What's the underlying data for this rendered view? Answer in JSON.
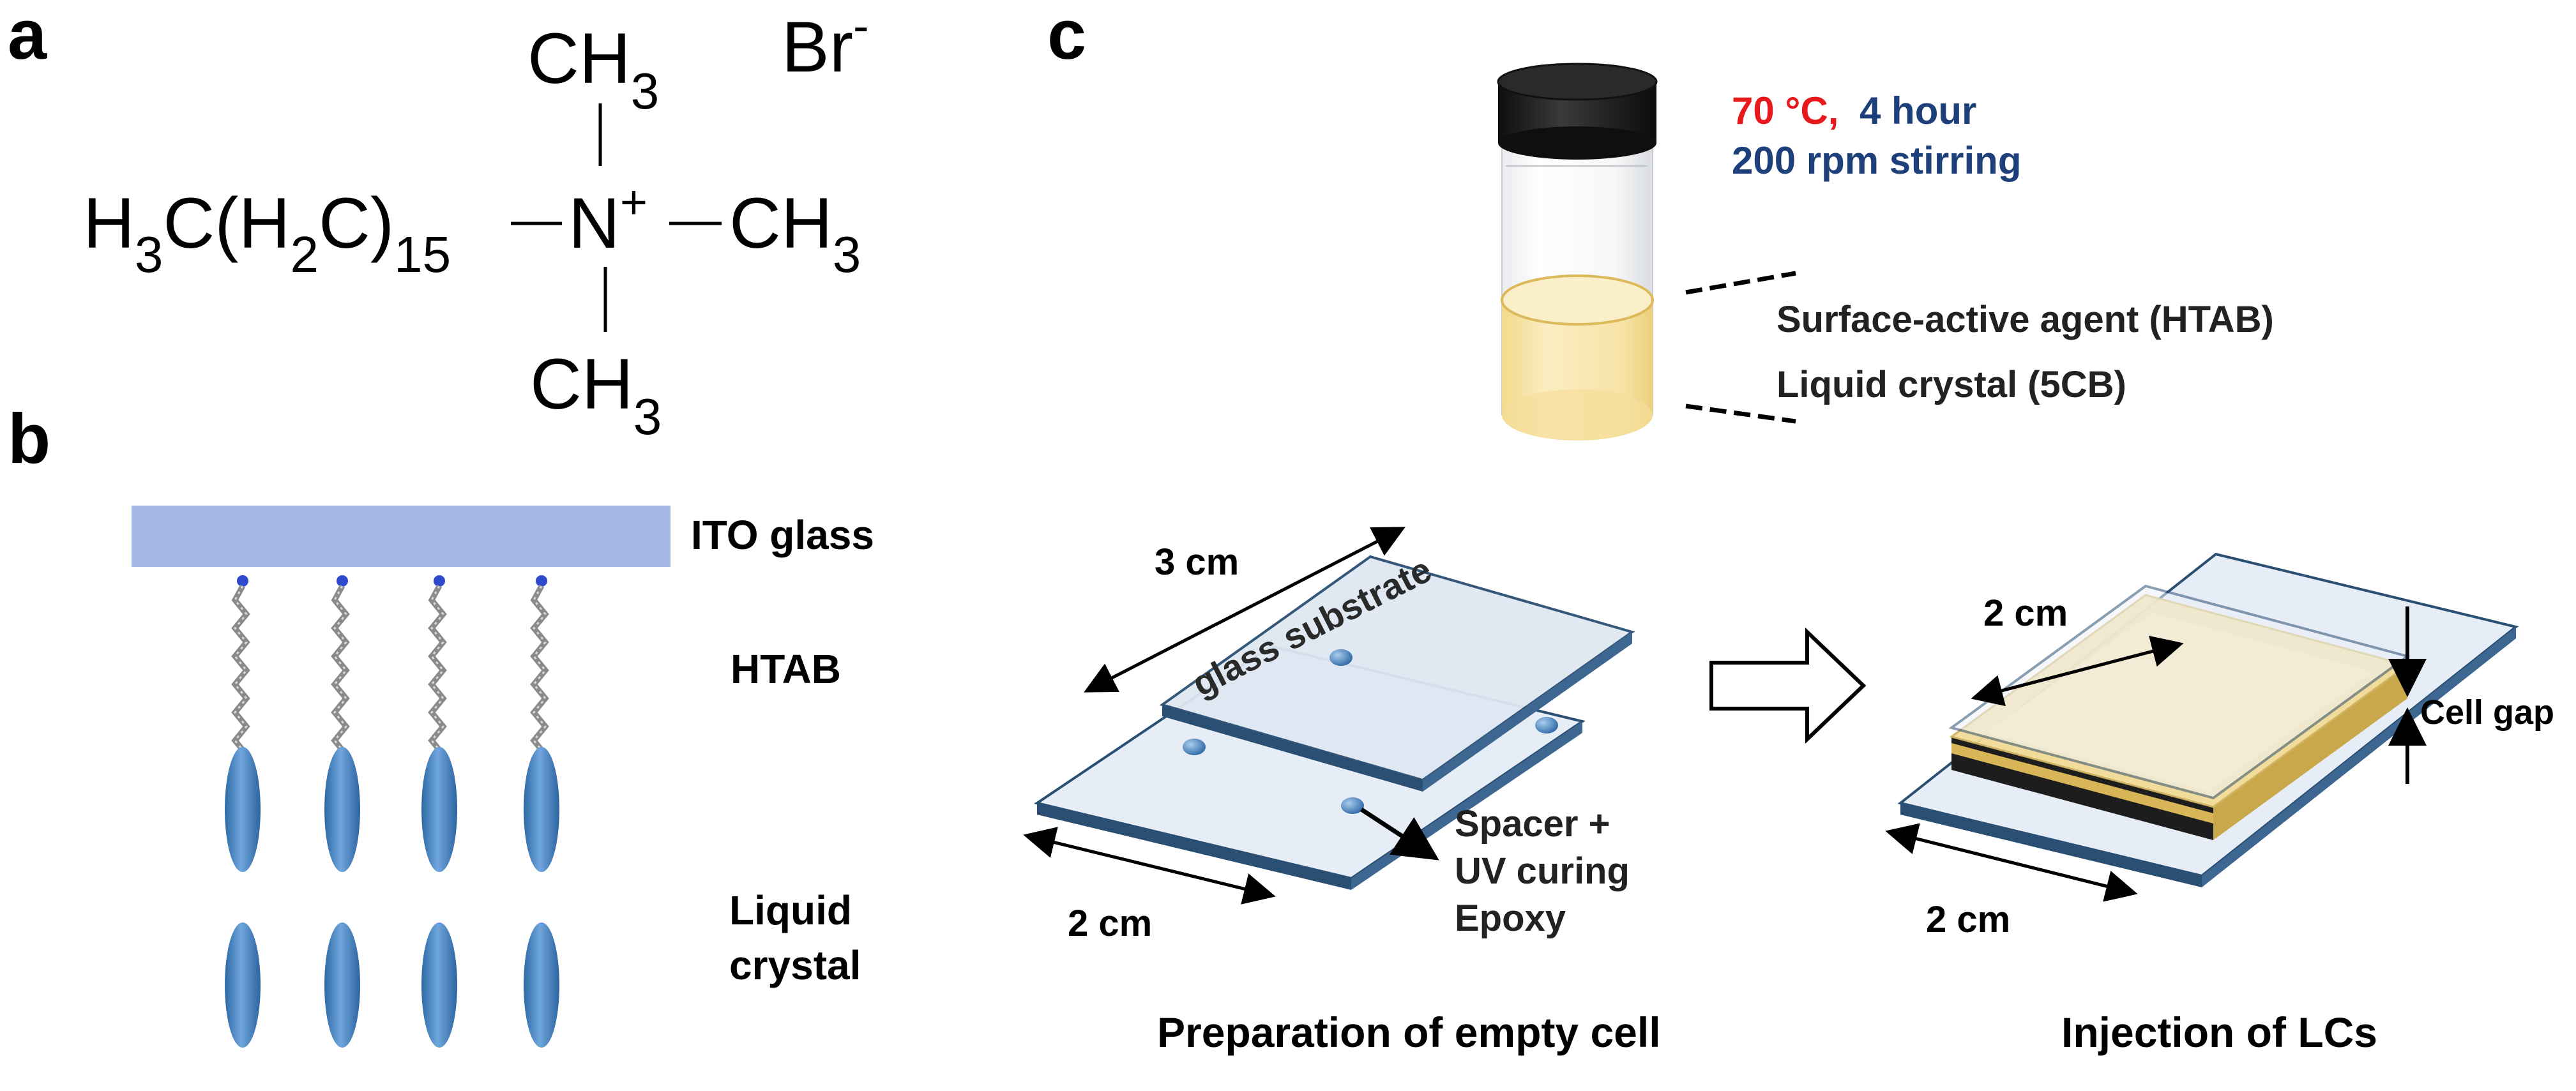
{
  "panels": {
    "a": {
      "label": "a",
      "methyl_top": "CH",
      "methyl_top_sub": "3",
      "counter_ion": "Br",
      "counter_ion_sup": "-",
      "chain_left_1": "H",
      "chain_left_sub1": "3",
      "chain_left_2": "C(H",
      "chain_left_sub2": "2",
      "chain_left_3": "C)",
      "chain_left_sub3": "15",
      "nitrogen": "N",
      "nitrogen_charge": "+",
      "methyl_right": "CH",
      "methyl_right_sub": "3",
      "methyl_bottom": "CH",
      "methyl_bottom_sub": "3"
    },
    "b": {
      "label": "b",
      "ito_label": "ITO glass",
      "htab_label": "HTAB",
      "lc_label_line1": "Liquid",
      "lc_label_line2": "crystal",
      "molecule_columns": 4,
      "mesogens_per_column": 2
    },
    "c": {
      "label": "c",
      "condition_temp": "70 °C,",
      "condition_time": "4 hour",
      "condition_stirring": "200 rpm stirring",
      "layer_top_label": "Surface-active agent (HTAB)",
      "layer_bottom_label": "Liquid crystal (5CB)",
      "dim_length": "3 cm",
      "substrate_label": "glass substrate",
      "dim_width_left": "2 cm",
      "spacer_line1": "Spacer +",
      "spacer_line2": "UV curing",
      "spacer_line3": "Epoxy",
      "dim_width_right_top": "2 cm",
      "cell_gap_label": "Cell gap",
      "dim_width_right_bottom": "2 cm",
      "caption_left": "Preparation of empty cell",
      "caption_right": "Injection of LCs"
    }
  },
  "colors": {
    "ito_glass": "#a3b6e6",
    "mesogen": "#4f8cc8",
    "temperature_text": "#e8191c",
    "condition_text": "#1d3f7a",
    "lc_fill": "#f7e2a3",
    "cap": "#1b1b1b",
    "glass_edge": "#2b4f73",
    "glass_face": "#e6edf6"
  }
}
